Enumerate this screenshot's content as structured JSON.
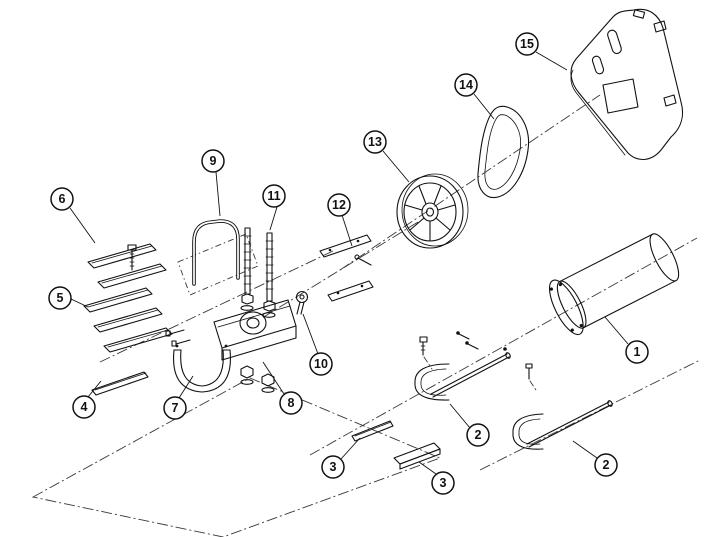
{
  "diagram": {
    "type": "exploded-parts-diagram",
    "colors": {
      "background": "#ffffff",
      "line": "#111111"
    },
    "callouts": [
      {
        "label": "15"
      },
      {
        "label": "14"
      },
      {
        "label": "13"
      },
      {
        "label": "12"
      },
      {
        "label": "11"
      },
      {
        "label": "9"
      },
      {
        "label": "6"
      },
      {
        "label": "5"
      },
      {
        "label": "10"
      },
      {
        "label": "4"
      },
      {
        "label": "7"
      },
      {
        "label": "8"
      },
      {
        "label": "1"
      },
      {
        "label": "2"
      },
      {
        "label": "3"
      },
      {
        "label": "3"
      },
      {
        "label": "2"
      }
    ]
  }
}
